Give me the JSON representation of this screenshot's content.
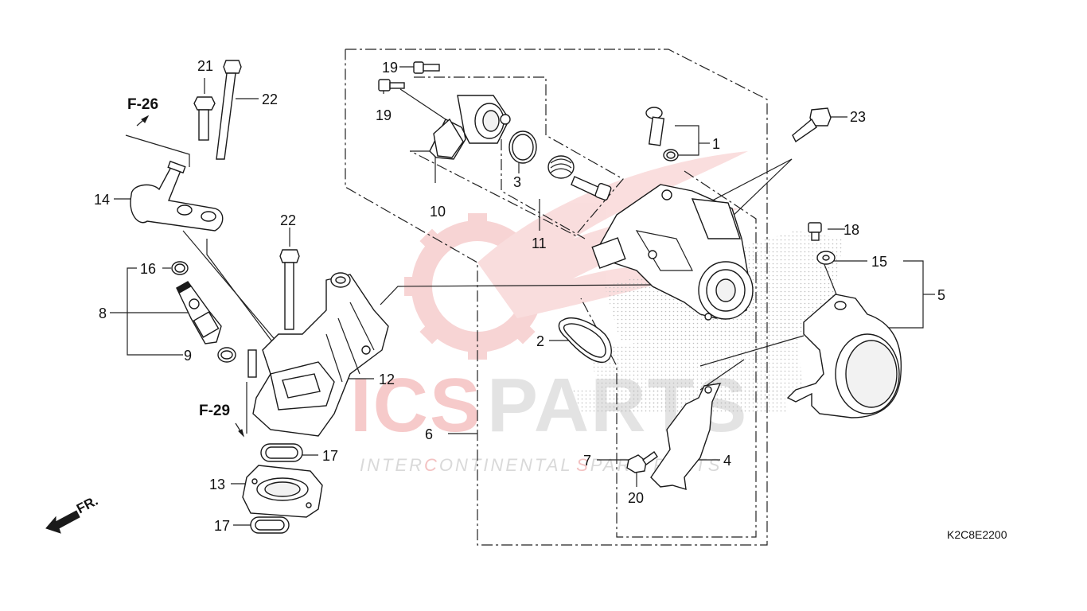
{
  "diagram": {
    "reference_code": "K2C8E2200",
    "section_refs": {
      "f26": "F-26",
      "f29": "F-29"
    },
    "direction_label": "FR.",
    "watermark": {
      "brand_part1": "ICS",
      "brand_part2": "PARTS",
      "tagline_part1": "INTER",
      "tagline_part2": "C",
      "tagline_part3": "ONTINENTAL",
      "tagline_part4": "S",
      "tagline_part5": "PARE PARTS"
    },
    "callouts": {
      "n1": "1",
      "n2": "2",
      "n3": "3",
      "n4": "4",
      "n5": "5",
      "n6": "6",
      "n7": "7",
      "n8": "8",
      "n9": "9",
      "n10": "10",
      "n11": "11",
      "n12": "12",
      "n13": "13",
      "n14": "14",
      "n15": "15",
      "n16": "16",
      "n17a": "17",
      "n17b": "17",
      "n18": "18",
      "n19a": "19",
      "n19b": "19",
      "n20": "20",
      "n21": "21",
      "n22a": "22",
      "n22b": "22",
      "n23": "23"
    },
    "colors": {
      "line": "#222222",
      "watermark_red": "#f6caca",
      "watermark_grey": "#e3e3e3"
    }
  }
}
